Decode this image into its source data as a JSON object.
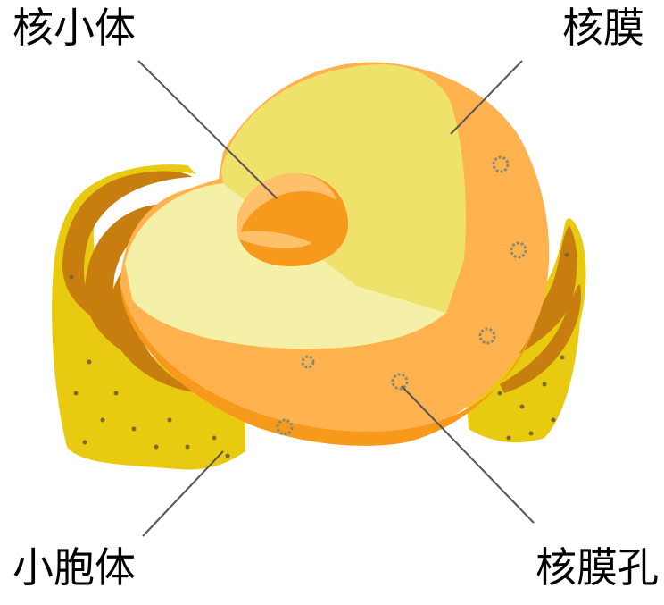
{
  "labels": {
    "nucleolus": "核小体",
    "nuclear_membrane": "核膜",
    "vesicle": "小胞体",
    "nuclear_pore": "核膜孔"
  },
  "colors": {
    "nucleoplasm_inner": "#EEE26A",
    "nucleoplasm_cut": "#F5F0A8",
    "envelope": "#FFB24D",
    "envelope_dark": "#F79A1C",
    "nucleolus_light": "#FFC06B",
    "nucleolus_dark": "#F7991C",
    "er_yellow": "#E8CB10",
    "er_brown": "#C77E0E",
    "leader_line": "#555555",
    "pore": "#8A8A72"
  }
}
